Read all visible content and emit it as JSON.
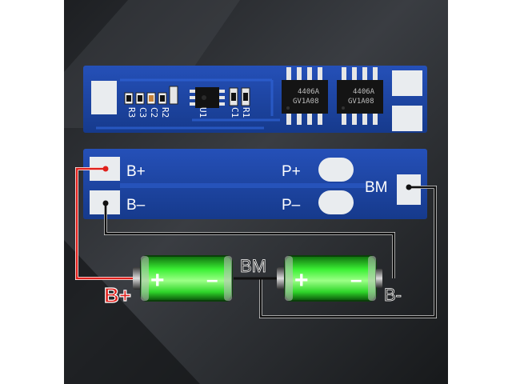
{
  "top_board": {
    "component_labels": [
      "R3",
      "C3",
      "C2",
      "R2",
      "U1",
      "C1",
      "R1"
    ],
    "chip_markings": [
      {
        "line1": "4406A",
        "line2": "GV1A08"
      },
      {
        "line1": "4406A",
        "line2": "GV1A08"
      }
    ]
  },
  "bottom_board": {
    "pad_labels": {
      "b_plus": "B+",
      "b_minus": "B–",
      "p_plus": "P+",
      "p_minus": "P–",
      "bm": "BM"
    }
  },
  "wiring": {
    "b_plus_label": "B+",
    "bm_label": "BM",
    "b_minus_label": "B-",
    "battery_plus": "+",
    "battery_minus": "–"
  },
  "colors": {
    "pcb_blue": "#1b3f9a",
    "pad_silver": "#e9ecef",
    "battery_green": "#2ee02a",
    "wire_red": "#e0201c",
    "wire_black": "#111111",
    "background_dark": "#2a2d31"
  }
}
